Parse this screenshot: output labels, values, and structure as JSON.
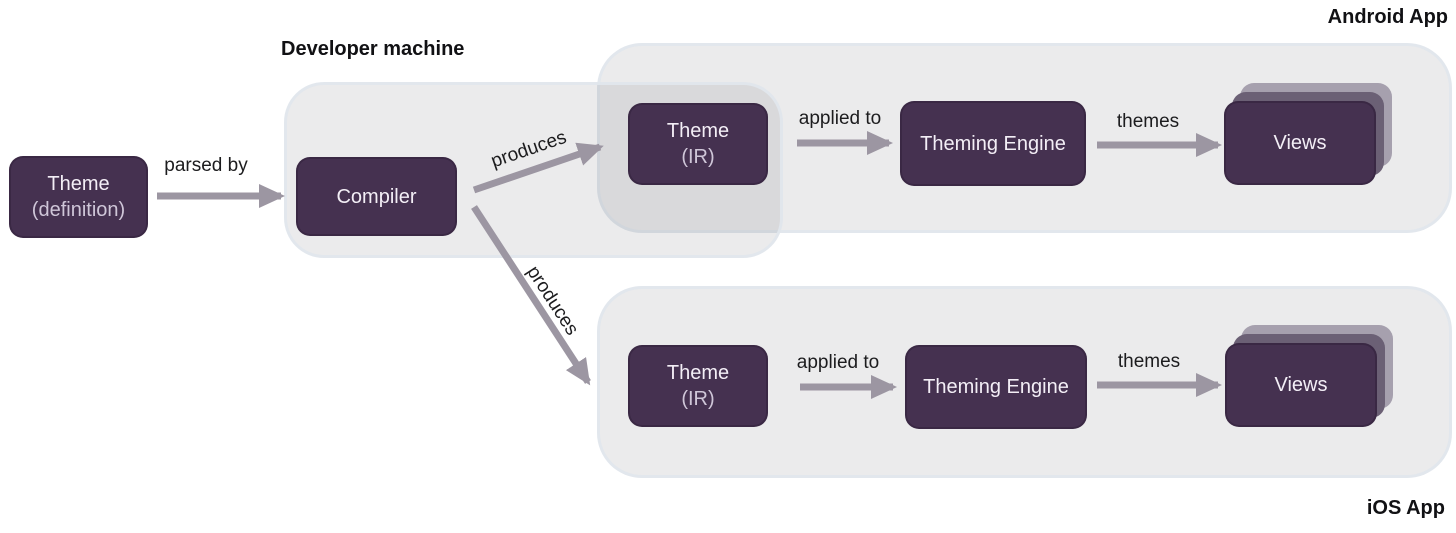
{
  "colors": {
    "node_fill": "#453150",
    "node_text": "#f3eef6",
    "node_subtext": "#cfc6d8",
    "stack_middle": "#6b6075",
    "stack_back": "#a6a0ae",
    "arrow": "#9c96a2",
    "container_fill": "#e9e9eb",
    "container_border": "#e1e6ed",
    "label_text": "#111114"
  },
  "containers": {
    "developer_machine": {
      "label": "Developer machine"
    },
    "android_app": {
      "label": "Android App"
    },
    "ios_app": {
      "label": "iOS App"
    }
  },
  "nodes": {
    "theme_definition": {
      "title": "Theme",
      "subtitle": "(definition)"
    },
    "compiler": {
      "label": "Compiler"
    },
    "theme_ir_android": {
      "title": "Theme",
      "subtitle": "(IR)"
    },
    "theming_engine_android": {
      "label": "Theming Engine"
    },
    "views_android": {
      "label": "Views"
    },
    "theme_ir_ios": {
      "title": "Theme",
      "subtitle": "(IR)"
    },
    "theming_engine_ios": {
      "label": "Theming Engine"
    },
    "views_ios": {
      "label": "Views"
    }
  },
  "edges": {
    "parsed_by": {
      "label": "parsed by"
    },
    "produces_android": {
      "label": "produces"
    },
    "produces_ios": {
      "label": "produces"
    },
    "applied_to_android": {
      "label": "applied to"
    },
    "themes_android": {
      "label": "themes"
    },
    "applied_to_ios": {
      "label": "applied to"
    },
    "themes_ios": {
      "label": "themes"
    }
  }
}
